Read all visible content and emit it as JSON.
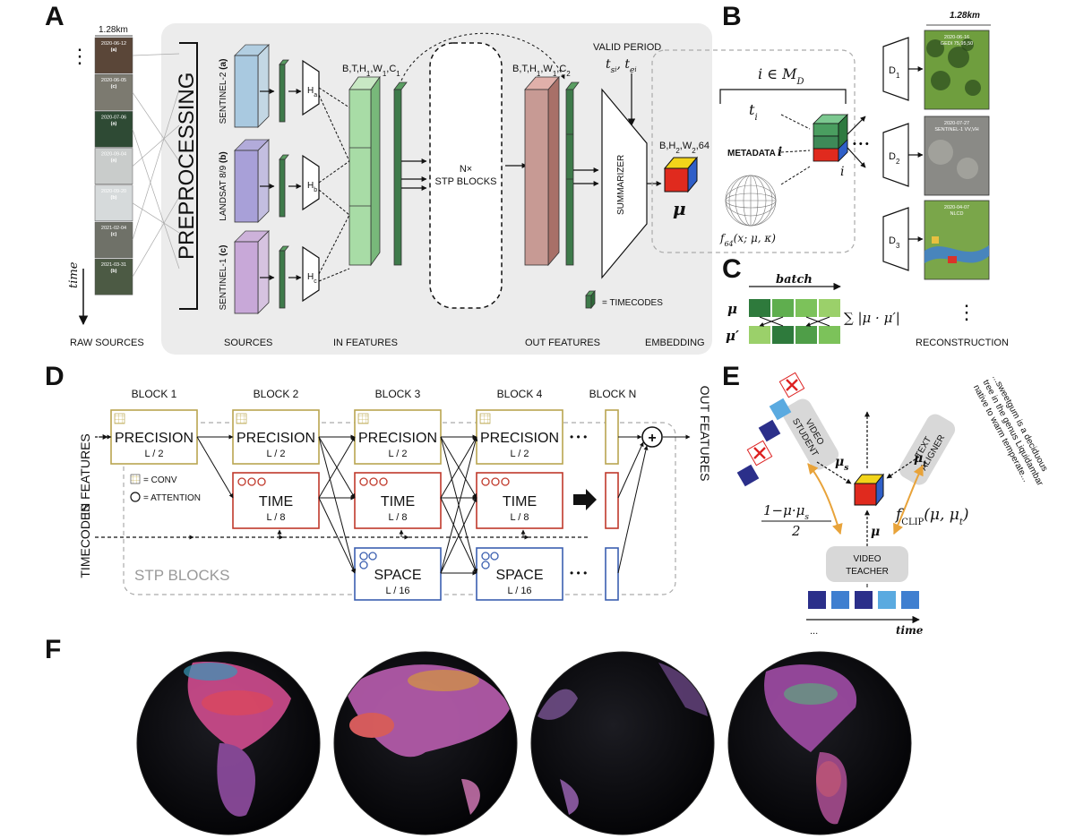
{
  "panels": {
    "a": "A",
    "b": "B",
    "c": "C",
    "d": "D",
    "e": "E",
    "f": "F"
  },
  "a": {
    "scale_label": "1.28km",
    "tiles": [
      {
        "date": "2020-06-12",
        "src": "(a)",
        "color": "#5a4638"
      },
      {
        "date": "2020-06-05",
        "src": "(c)",
        "color": "#7c7a70"
      },
      {
        "date": "2020-07-06",
        "src": "(a)",
        "color": "#2e4a34"
      },
      {
        "date": "2020-09-04",
        "src": "(a)",
        "color": "#c9cccb"
      },
      {
        "date": "2020-09-20",
        "src": "(b)",
        "color": "#d6dadb"
      },
      {
        "date": "2021-02-04",
        "src": "(c)",
        "color": "#6f7168"
      },
      {
        "date": "2021-03-31",
        "src": "(b)",
        "color": "#4c5a44"
      }
    ],
    "time_label": "time",
    "raw_sources": "RAW SOURCES",
    "preprocessing": "PREPROCESSING",
    "sources": [
      {
        "name": "SENTINEL-2",
        "tag": "(a)",
        "head": "a",
        "color": "#a9c9e0"
      },
      {
        "name": "LANDSAT 8/9",
        "tag": "(b)",
        "head": "b",
        "color": "#a8a0d8"
      },
      {
        "name": "SENTINEL-1",
        "tag": "(c)",
        "head": "c",
        "color": "#c8a8d8"
      }
    ],
    "head_prefix": "H",
    "sources_label": "SOURCES",
    "in_shape": "B,T,H",
    "in_shape_sub1": "1",
    "in_shape_mid": ",W",
    "in_shape_sub2": "1",
    "in_shape_end": ",C",
    "in_shape_sub3": "1",
    "in_features": "IN FEATURES",
    "stp_n": "N×",
    "stp_blocks": "STP BLOCKS",
    "out_shape": "B,T,H",
    "out_shape_sub1": "1",
    "out_shape_mid": ",W",
    "out_shape_sub2": "1",
    "out_shape_end": ",C",
    "out_shape_sub3": "2",
    "out_features": "OUT FEATURES",
    "valid_period": "VALID PERIOD",
    "summarizer": "SUMMARIZER",
    "emb_shape": "B,H",
    "emb_shape_sub1": "2",
    "emb_shape_mid": ",W",
    "emb_shape_sub2": "2",
    "emb_shape_end": ",64",
    "timecodes_legend": "= TIMECODES",
    "embedding": "EMBEDDING",
    "mu": "μ"
  },
  "b": {
    "set_label": "i ∈ M",
    "set_sub": "D",
    "t_i": "t",
    "t_i_sub": "i",
    "metadata": "METADATA",
    "metadata_sub": "i",
    "i_label": "i",
    "sphere_formula": "f",
    "sphere_formula_sub": "64",
    "sphere_formula_args": "(x; μ, κ)",
    "dots": "• • •",
    "scale_label": "1.28km",
    "decoders": [
      {
        "name": "D",
        "sub": "1",
        "date": "2020-06-16",
        "desc": "GEDI 75,95,50",
        "color": "#6f9e3e"
      },
      {
        "name": "D",
        "sub": "2",
        "date": "2020-07-27",
        "desc": "SENTINEL-1 VV,VH",
        "color": "#8a8a86"
      },
      {
        "name": "D",
        "sub": "3",
        "date": "2020-04-07",
        "desc": "NLCD",
        "color": "#7aa64a"
      }
    ],
    "reconstruction": "RECONSTRUCTION"
  },
  "c": {
    "batch": "batch",
    "mu": "μ",
    "mu_prime": "μ′",
    "sum_formula": "∑ |μ · μ′|",
    "row1_colors": [
      "#2e7a3c",
      "#5fae4e",
      "#7cc25a",
      "#9bd06a"
    ],
    "row2_colors": [
      "#9bd06a",
      "#2e7a3c",
      "#4f9e48",
      "#7cc25a"
    ]
  },
  "d": {
    "blocks": [
      "BLOCK 1",
      "BLOCK 2",
      "BLOCK 3",
      "BLOCK 4",
      "BLOCK N"
    ],
    "precision": "PRECISION",
    "precision_ratio": "L / 2",
    "time": "TIME",
    "time_ratio": "L / 8",
    "space": "SPACE",
    "space_ratio": "L / 16",
    "conv_legend": "= CONV",
    "attention_legend": "= ATTENTION",
    "in_features": "IN FEATURES",
    "timecodes": "TIMECODES",
    "out_features": "OUT FEATURES",
    "stp_blocks": "STP BLOCKS",
    "ellipsis": "• • •",
    "plus": "+",
    "colors": {
      "precision": "#b9a550",
      "time": "#c0392b",
      "space": "#3b5fb0"
    }
  },
  "e": {
    "video_student": "VIDEO\nSTUDENT",
    "text_aligner": "TEXT\nALIGNER",
    "video_teacher": "VIDEO\nTEACHER",
    "quote_lines": [
      "...sweetgum is a deciduous",
      "tree in the genus Liquidambar",
      "native to warm temperate..."
    ],
    "mu_s": "μ",
    "mu_s_sub": "s",
    "mu_t": "μ",
    "mu_t_sub": "t",
    "mu": "μ",
    "loss_num": "1−μ·μ",
    "loss_num_sub": "s",
    "loss_den": "2",
    "fclip": "f",
    "fclip_sub": "CLIP",
    "fclip_args": "(μ, μ",
    "fclip_args_sub": "t",
    "fclip_close": ")",
    "time": "time",
    "dots": "...",
    "timeline_colors": [
      "#2b2f8a",
      "#3f7fd0",
      "#2b2f8a",
      "#5aaae0",
      "#3f7fd0"
    ]
  },
  "f": {
    "globes": [
      {
        "land": "#c84a8a",
        "accent": "#3aa0c0"
      },
      {
        "land": "#b25aa8",
        "accent": "#e0a040"
      },
      {
        "land": "#5a3c70",
        "accent": "#3aa0c0"
      },
      {
        "land": "#9a4aa0",
        "accent": "#5ac080"
      }
    ]
  }
}
